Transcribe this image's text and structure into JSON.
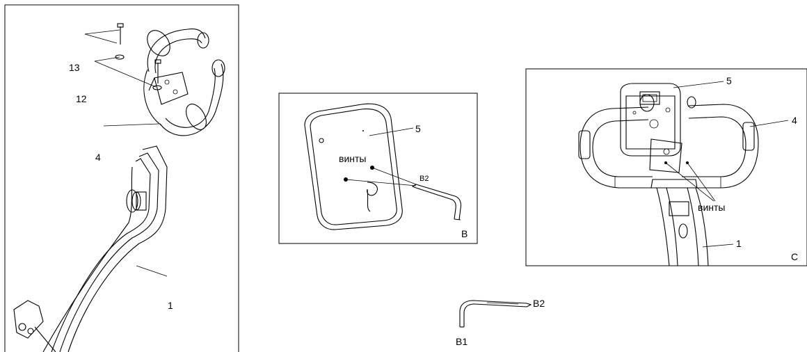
{
  "panel_a": {
    "labels": {
      "screws_callout": "13",
      "plate_callout": "12",
      "handlebar_callout": "4",
      "post_callout": "1"
    }
  },
  "panel_b": {
    "letter": "B",
    "labels": {
      "console_callout": "5",
      "screws_text": "винты",
      "wrench_tip": "B2"
    }
  },
  "panel_c": {
    "letter": "C",
    "labels": {
      "console_callout": "5",
      "handlebar_callout": "4",
      "screws_text": "винты",
      "post_callout": "1"
    }
  },
  "allen_key": {
    "labels": {
      "short_end": "B1",
      "long_end": "B2"
    }
  }
}
